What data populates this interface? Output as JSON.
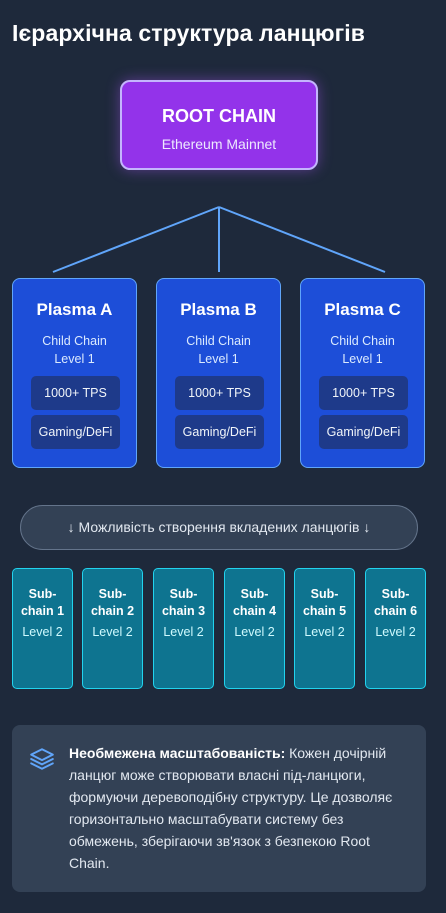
{
  "title": "Ієрархічна структура ланцюгів",
  "root": {
    "name": "ROOT CHAIN",
    "subtitle": "Ethereum Mainnet"
  },
  "plasma_chains": [
    {
      "name": "Plasma A",
      "type": "Child Chain",
      "level": "Level 1",
      "tps": "1000+ TPS",
      "use_case": "Gaming/DeFi"
    },
    {
      "name": "Plasma B",
      "type": "Child Chain",
      "level": "Level 1",
      "tps": "1000+ TPS",
      "use_case": "Gaming/DeFi"
    },
    {
      "name": "Plasma C",
      "type": "Child Chain",
      "level": "Level 1",
      "tps": "1000+ TPS",
      "use_case": "Gaming/DeFi"
    }
  ],
  "nested_note": "↓ Можливість створення вкладених ланцюгів ↓",
  "sub_chains": [
    {
      "name": "Sub-chain 1",
      "level": "Level 2"
    },
    {
      "name": "Sub-chain 2",
      "level": "Level 2"
    },
    {
      "name": "Sub-chain 3",
      "level": "Level 2"
    },
    {
      "name": "Sub-chain 4",
      "level": "Level 2"
    },
    {
      "name": "Sub-chain 5",
      "level": "Level 2"
    },
    {
      "name": "Sub-chain 6",
      "level": "Level 2"
    }
  ],
  "info": {
    "icon": "layers-icon",
    "heading": "Необмежена масштабованість:",
    "body": "Кожен дочірній ланцюг може створювати власні під-ланцюги, формуючи деревоподібну структуру. Це дозволяє горизонтально масштабувати систему без обмежень, зберігаючи зв'язок з безпекою Root Chain."
  },
  "colors": {
    "background": "#1e293b",
    "root": "#9333ea",
    "plasma": "#1d4ed8",
    "sub_chain": "#0e7490",
    "connector": "#60a5fa"
  }
}
